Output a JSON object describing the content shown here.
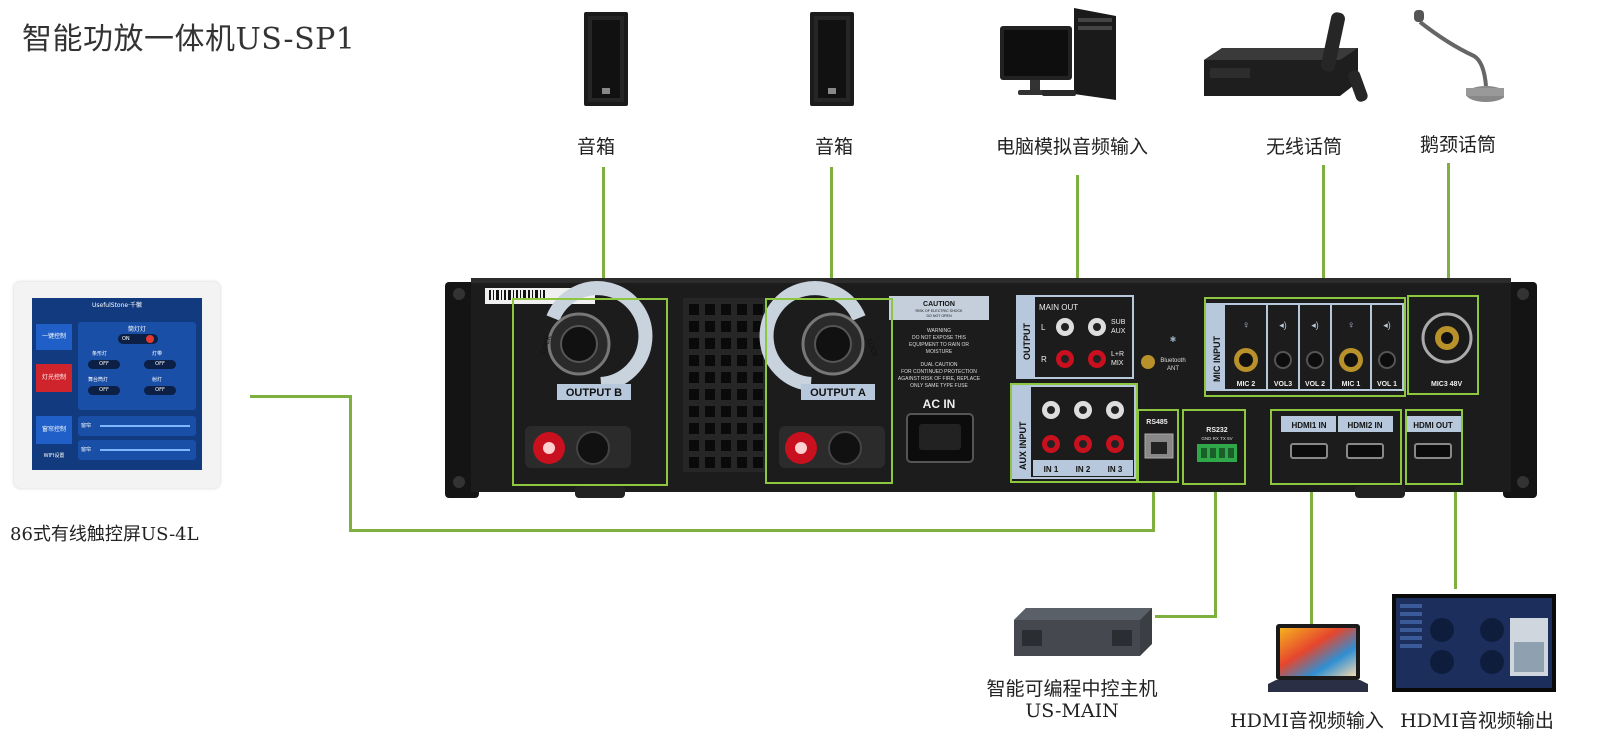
{
  "title": "智能功放一体机US-SP1",
  "devices": {
    "speaker_1": "音箱",
    "speaker_2": "音箱",
    "pc_input": "电脑模拟音频输入",
    "wireless_mic": "无线话筒",
    "gooseneck_mic": "鹅颈话筒",
    "touch_panel": "86式有线触控屏US-4L",
    "central_control_line1": "智能可编程中控主机",
    "central_control_line2": "US-MAIN",
    "hdmi_in_device": "HDMI音视频输入",
    "hdmi_out_device": "HDMI音视频输出"
  },
  "panel": {
    "output_b": "OUTPUT B",
    "output_a": "OUTPUT A",
    "lock": "LOCK",
    "caution": "CAUTION",
    "caution_small_1": "RISK OF ELECTRIC SHOCK",
    "caution_small_2": "DO NOT OPEN",
    "warning_1": "WARNING",
    "warning_2": "DO NOT EXPOSE THIS",
    "warning_3": "EQUIPMENT TO RAIN OR",
    "warning_4": "MOISTURE",
    "dual_caution": "DUAL     CAUTION",
    "fuse_1": "FOR CONTINUED PROTECTION",
    "fuse_2": "AGAINST RISK OF FIRE, REPLACE",
    "fuse_3": "ONLY SAME TYPE FUSE",
    "ac_in": "AC IN",
    "output": "OUTPUT",
    "main_out": "MAIN OUT",
    "l": "L",
    "r": "R",
    "sub_aux_1": "SUB",
    "sub_aux_2": "AUX",
    "lr_mix_1": "L+R",
    "lr_mix_2": "MIX",
    "bluetooth_1": "Bluetooth",
    "bluetooth_2": "ANT",
    "aux_input": "AUX  INPUT",
    "in1": "IN 1",
    "in2": "IN 2",
    "in3": "IN 3",
    "rs485": "RS485",
    "rs232": "RS232",
    "rs232_pins": "GND RX TX 5V",
    "mic_input": "MIC INPUT",
    "mic2": "MIC 2",
    "vol3": "VOL3",
    "vol2": "VOL 2",
    "mic1": "MIC 1",
    "vol1": "VOL 1",
    "mic3": "MIC3 48V",
    "hdmi1_in": "HDMI1 IN",
    "hdmi2_in": "HDMI2 IN",
    "hdmi_out": "HDMI OUT"
  },
  "touch_screen": {
    "brand": "UsefulStone·千徽",
    "btn_one_key": "一键控制",
    "btn_light": "灯光控制",
    "btn_curtain": "窗帘控制",
    "btn_wifi": "WIFI设置",
    "section": "筒灯灯",
    "on": "ON",
    "off": "OFF",
    "strip": "条形灯",
    "belt": "灯带",
    "stage": "舞台筒灯",
    "spot": "射灯",
    "curtain_1": "窗帘",
    "curtain_2": "窗帘"
  },
  "colors": {
    "wire": "#7db03e",
    "box": "#8dc63f",
    "panel": "#1c1c1c",
    "label_plate": "#b7c8dc",
    "screen_blue": "#1a4fa8"
  }
}
